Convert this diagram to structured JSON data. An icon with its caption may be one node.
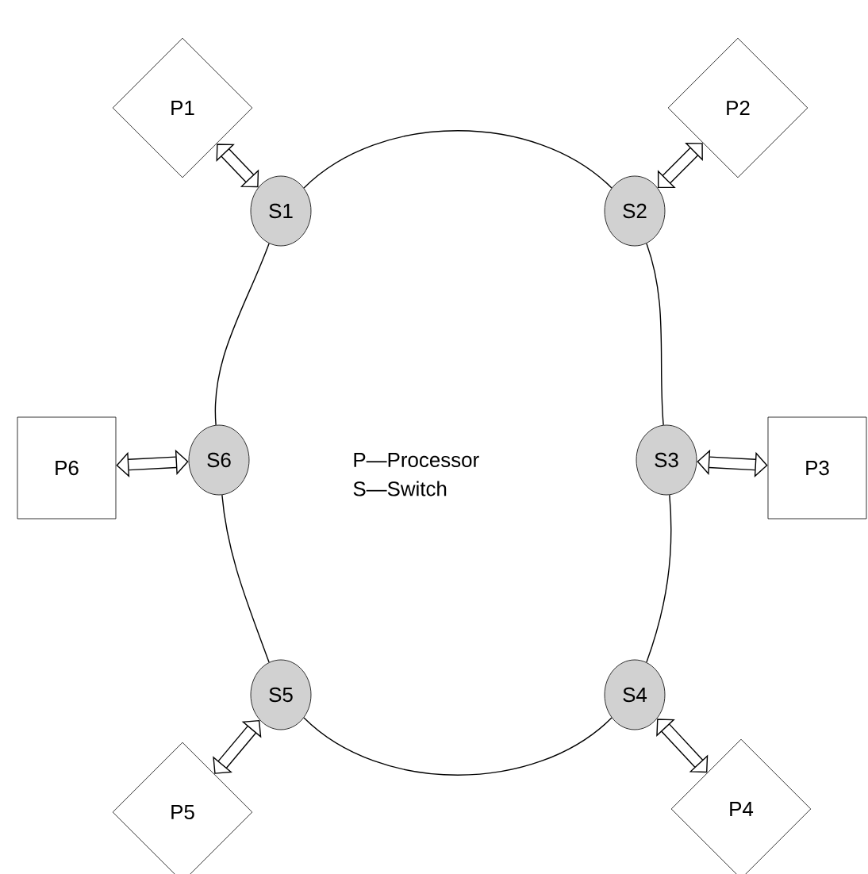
{
  "diagram": {
    "nodes": [
      {
        "text": [
          "P1"
        ]
      },
      {
        "text": [
          "P2"
        ]
      },
      {
        "text": [
          "S1"
        ]
      },
      {
        "text": [
          "S2"
        ]
      },
      {
        "text": [
          "P6"
        ]
      },
      {
        "text": [
          "S6"
        ]
      },
      {
        "text": [
          "S3"
        ]
      },
      {
        "text": [
          "P3"
        ]
      },
      {
        "text": [
          "S5"
        ]
      },
      {
        "text": [
          "S4"
        ]
      },
      {
        "text": [
          "P5"
        ]
      },
      {
        "text": [
          "P4"
        ]
      }
    ],
    "edges": [
      {
        "from": 0,
        "to": 2,
        "arrow": "both",
        "style": "thick"
      },
      {
        "from": 1,
        "to": 3,
        "arrow": "both",
        "style": "thick"
      },
      {
        "from": 4,
        "to": 5,
        "arrow": "both",
        "style": "thick"
      },
      {
        "from": 6,
        "to": 7,
        "arrow": "both",
        "style": "thick"
      },
      {
        "from": 10,
        "to": 8,
        "arrow": "both",
        "style": "thick"
      },
      {
        "from": 11,
        "to": 9,
        "arrow": "both",
        "style": "thick"
      },
      {
        "from": 2,
        "to": 3,
        "arrow": "none"
      },
      {
        "from": 3,
        "to": 6,
        "arrow": "none"
      },
      {
        "from": 6,
        "to": 9,
        "arrow": "none"
      },
      {
        "from": 9,
        "to": 8,
        "arrow": "none"
      },
      {
        "from": 8,
        "to": 5,
        "arrow": "none"
      },
      {
        "from": 5,
        "to": 2,
        "arrow": "none"
      }
    ],
    "labels": [
      "P—Processor",
      "S—Switch"
    ]
  }
}
